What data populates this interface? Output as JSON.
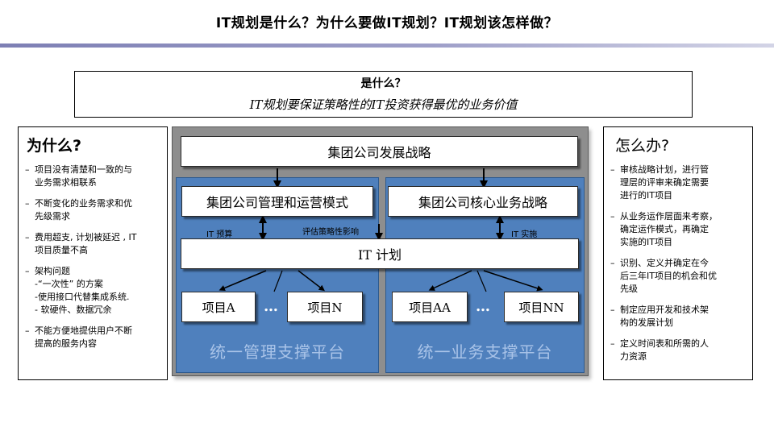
{
  "title": "IT规划是什么？为什么要做IT规划？IT规划该怎样做？",
  "what": {
    "heading": "是什么？",
    "text": "IT规划要保证策略性的IT投资获得最优的业务价值"
  },
  "why": {
    "heading": "为什么?",
    "items": [
      "项目没有清楚和一致的与\n业务需求相联系",
      "不断变化的业务需求和优\n先级需求",
      "费用超支, 计划被延迟 , IT\n项目质量不高",
      "架构问题\n-“一次性” 的方案\n-使用接口代替集成系统.\n- 软硬件、数据冗余",
      "不能方便地提供用户不断\n提高的服务内容"
    ]
  },
  "how": {
    "heading": "怎么办?",
    "items": [
      "审核战略计划，进行管\n理层的评审来确定需要\n进行的IT项目",
      "从业务运作层面来考察，\n确定运作模式，再确定\n实施的IT项目",
      "识别、定义并确定在今\n后三年IT项目的机会和优\n先级",
      "制定应用开发和技术架\n构的发展计划",
      "定义时间表和所需的人\n力资源"
    ]
  },
  "diagram": {
    "group_strategy": "集团公司发展战略",
    "mgmt_model": "集团公司管理和运营模式",
    "core_strategy": "集团公司核心业务战略",
    "it_plan": "IT 计划",
    "label_budget": "IT 预算",
    "label_assess": "评估策略性影响",
    "label_impl": "IT 实施",
    "projects": [
      "项目A",
      "项目N",
      "项目AA",
      "项目NN"
    ],
    "ellipsis": "…",
    "platform_left": "统一管理支撑平台",
    "platform_right": "统一业务支撑平台"
  },
  "colors": {
    "platform_blue": "#4f80bd",
    "platform_text": "#a9c3e8",
    "frame_gray": "#8e8e8e",
    "title_bar": "#7d7fb4"
  }
}
